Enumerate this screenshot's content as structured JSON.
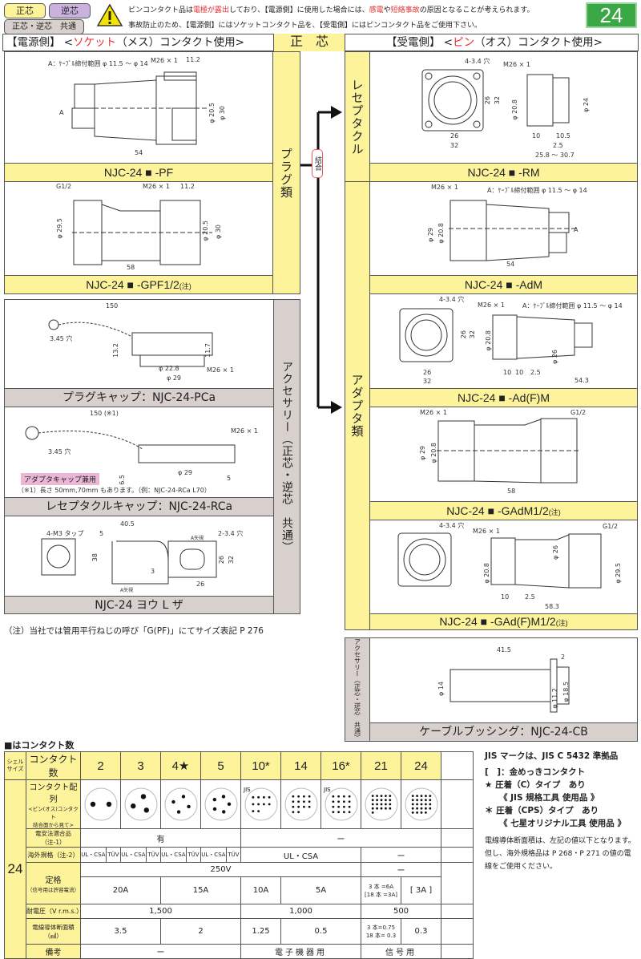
{
  "header": {
    "badge_seishin": "正芯",
    "badge_gyakushin": "逆芯",
    "badge_common": "正芯・逆芯　共通",
    "warning_line1": [
      "ピンコンタクト品は",
      "電極が露出",
      "しており、【電源側】に使用した場合には、",
      "感電",
      "や",
      "短絡事故",
      "の原因となることが考えられます。"
    ],
    "warning_line2": "事故防止のため、【電源側】にはソケットコンタクト品を、【受電側】にはピンコンタクト品をご使用下さい。",
    "page_number": "24",
    "colors": {
      "accent_green": "#3aa845",
      "yellow": "#fdf39a",
      "purple": "#c9b2dd",
      "gray": "#d8d0cc",
      "red": "#e53030"
    }
  },
  "title_bar": {
    "left_pre": "【電源側】 <",
    "left_red": "ソケット",
    "left_post": "（メス）コンタクト使用>",
    "center": "正　芯",
    "right_pre": "【受電側】 <",
    "right_red": "ピン",
    "right_post": "（オス）コンタクト使用>"
  },
  "labels": {
    "plug": "プラグ類",
    "receptacle": "レセプタクル",
    "adapter": "アダプタ類",
    "accessory": "アクセサリー（正芯・逆芯　共通）",
    "accessory_small": "アクセサリー（正芯・逆芯　共通）",
    "join": "結合"
  },
  "products": {
    "pf": {
      "caption": "NJC-24 ■ -PF",
      "dims": [
        "A：ｹｰﾌﾞﾙ締付範囲 φ 11.5 〜 φ 14",
        "M26 × 1",
        "11.2",
        "φ 20.5",
        "φ 30",
        "A",
        "54"
      ]
    },
    "gpf": {
      "caption": "NJC-24 ■ -GPF1/2",
      "note": "(注)",
      "dims": [
        "G1/2",
        "M26 × 1",
        "11.2",
        "φ 29.5",
        "φ 20.5",
        "φ 30",
        "58"
      ]
    },
    "rm": {
      "caption": "NJC-24 ■ -RM",
      "dims": [
        "4-3.4 穴",
        "M26 × 1",
        "26",
        "32",
        "26",
        "32",
        "φ 20.8",
        "φ 24",
        "10",
        "10.5",
        "2.5",
        "25.8 〜 30.7"
      ]
    },
    "adm": {
      "caption": "NJC-24 ■ -AdM",
      "dims": [
        "M26 × 1",
        "A：ｹｰﾌﾞﾙ締付範囲 φ 11.5 〜 φ 14",
        "φ 29",
        "φ 20.8",
        "A",
        "54"
      ]
    },
    "adfm": {
      "caption": "NJC-24 ■ -Ad(F)M",
      "dims": [
        "4-3.4 穴",
        "M26 × 1",
        "A：ｹｰﾌﾞﾙ締付範囲 φ 11.5 〜 φ 14",
        "26",
        "32",
        "φ 20.8",
        "φ 26",
        "26",
        "32",
        "10",
        "10",
        "2.5",
        "54.3"
      ]
    },
    "gadm": {
      "caption": "NJC-24 ■ -GAdM1/2",
      "note": "(注)",
      "dims": [
        "M26 × 1",
        "G1/2",
        "φ 29",
        "φ 20.8",
        "58"
      ]
    },
    "gadfm": {
      "caption": "NJC-24 ■ -GAd(F)M1/2",
      "note": "(注)",
      "dims": [
        "4-3.4 穴",
        "M26 × 1",
        "G1/2",
        "φ 26",
        "φ 20.8",
        "φ 29.5",
        "10",
        "2.5",
        "58.3"
      ]
    },
    "pca": {
      "caption": "プラグキャップ：NJC-24-PCa",
      "dims": [
        "150",
        "3.45 穴",
        "13.2",
        "11.7",
        "φ 22.8",
        "φ 29",
        "M26 × 1"
      ]
    },
    "rca": {
      "caption": "レセプタクルキャップ：NJC-24-RCa",
      "dims": [
        "150 (※1)",
        "M26 × 1",
        "3.45 穴",
        "φ 29",
        "6.5",
        "5"
      ],
      "badge": "アダプタキャップ兼用",
      "footnote": "（※1）長さ 50mm,70mm もあります。（例：NJC-24-RCa L70）"
    },
    "lza": {
      "caption": "NJC-24 ヨウ L ザ",
      "dims": [
        "4-M3 タップ",
        "40.5",
        "5",
        "38",
        "3",
        "A矢視",
        "A矢視",
        "2-3.4 穴",
        "26",
        "32",
        "26"
      ]
    },
    "cb": {
      "caption": "ケーブルブッシング：NJC-24-CB",
      "dims": [
        "41.5",
        "2",
        "φ 14",
        "φ 11.2",
        "φ 18.5"
      ]
    }
  },
  "footnote": "（注）当社では管用平行ねじの呼び「G(PF)」にてサイズ表記 P 276",
  "table": {
    "title": "■はコンタクト数",
    "shell_header": "シェルサイズ",
    "count_header": "コンタクト数",
    "counts": [
      "2",
      "3",
      "4★",
      "5",
      "10*",
      "14",
      "16*",
      "21",
      "24"
    ],
    "contact_pins": [
      2,
      3,
      4,
      5,
      10,
      14,
      16,
      21,
      24
    ],
    "jis_marks": [
      "",
      "",
      "",
      "",
      "JIS",
      "",
      "JIS",
      "",
      ""
    ],
    "shell_size": "24",
    "rows": {
      "arrangement": "コンタクト配列",
      "arrangement_sub1": "<ピン(オス)コンタクト",
      "arrangement_sub2": "結合面から見て>",
      "denan": "電安法適合品（注-1）",
      "denan_vals": [
        "有",
        "ー"
      ],
      "overseas": "海外規格（注-2）",
      "overseas_pair": [
        "UL・CSA",
        "TÜV"
      ],
      "overseas_vals": [
        "UL・CSA",
        "ー"
      ],
      "rating": "定格",
      "rating_sub": "（信号用は許容電流）",
      "voltage": [
        "250V",
        "ー"
      ],
      "current": [
        "20A",
        "15A",
        "10A",
        "5A",
        "3 本 =6A",
        "[18 本 =3A]",
        "[ 3A ]"
      ],
      "withstand": "耐電圧（V r.m.s.）",
      "withstand_vals": [
        "1,500",
        "1,000",
        "500"
      ],
      "wire": "電線導体断面積（㎟）",
      "wire_vals": [
        "3.5",
        "2",
        "1.25",
        "0.5",
        "3 本=0.75",
        "18 本= 0.3",
        "0.3"
      ],
      "remarks": "備考",
      "remarks_vals": [
        "ー",
        "電子機器用",
        "信号用"
      ]
    }
  },
  "notes": [
    "JIS マークは、JIS C 5432 準拠品",
    "[　]：金めっきコンタクト",
    "★ 圧着（C）タイプ　あり",
    "《 JIS 規格工具 使用品 》",
    "＊ 圧着（CPS）タイプ　あり",
    "《 七星オリジナル工具 使用品 》",
    "電線導体断面積は、左記の値以下となります。",
    "但し、海外規格品は P 268・P 271 の値の電",
    "線をご使用ください。"
  ]
}
